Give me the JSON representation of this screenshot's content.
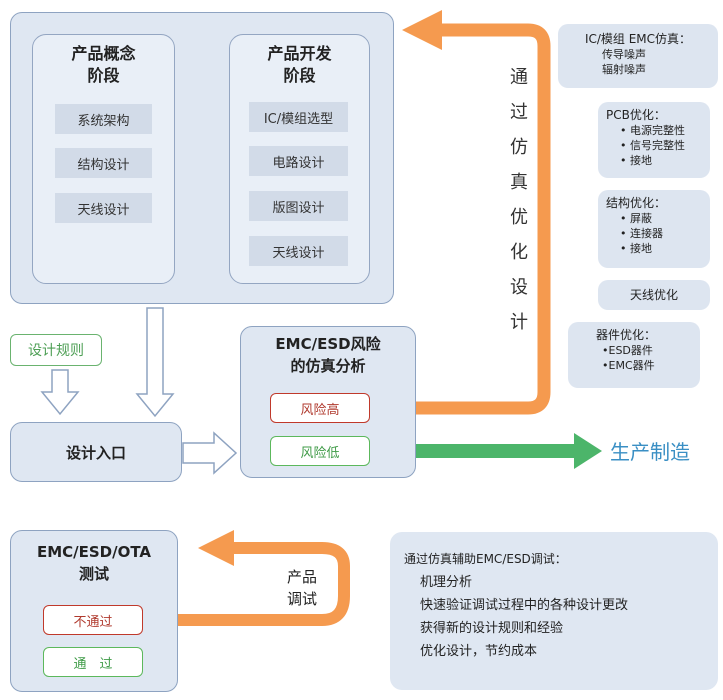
{
  "top_panel": {
    "concept": {
      "title_line1": "产品概念",
      "title_line2": "阶段",
      "items": [
        "系统架构",
        "结构设计",
        "天线设计"
      ]
    },
    "development": {
      "title_line1": "产品开发",
      "title_line2": "阶段",
      "items": [
        "IC/模组选型",
        "电路设计",
        "版图设计",
        "天线设计"
      ]
    }
  },
  "vertical_label": [
    "通",
    "过",
    "仿",
    "真",
    "优",
    "化",
    "设",
    "计"
  ],
  "side_boxes": [
    {
      "header": "IC/模组 EMC仿真：",
      "items": [
        "传导噪声",
        "辐射噪声"
      ]
    },
    {
      "header": "PCB优化：",
      "items": [
        "电源完整性",
        "信号完整性",
        "接地"
      ]
    },
    {
      "header": "结构优化：",
      "items": [
        "屏蔽",
        "连接器",
        "接地"
      ]
    },
    {
      "header": "天线优化",
      "items": []
    },
    {
      "header": "器件优化：",
      "items": [
        "ESD器件",
        "EMC器件"
      ]
    }
  ],
  "design_rules": "设计规则",
  "design_entry": "设计入口",
  "risk_analysis": {
    "title_line1": "EMC/ESD风险",
    "title_line2": "的仿真分析",
    "high": "风险高",
    "low": "风险低"
  },
  "production": "生产制造",
  "test_box": {
    "title_line1": "EMC/ESD/OTA",
    "title_line2": "测试",
    "fail": "不通过",
    "pass": "通　过"
  },
  "product_debug": {
    "line1": "产品",
    "line2": "调试"
  },
  "note": {
    "header": "通过仿真辅助EMC/ESD调试：",
    "lines": [
      "机理分析",
      "快速验证调试过程中的各种设计更改",
      "获得新的设计规则和经验",
      "优化设计，节约成本"
    ]
  },
  "colors": {
    "orange": "#f59a4f",
    "green": "#4cb56a",
    "production_text": "#3a8fc4",
    "risk_high_border": "#c0392b",
    "risk_low_border": "#5cb85c"
  }
}
